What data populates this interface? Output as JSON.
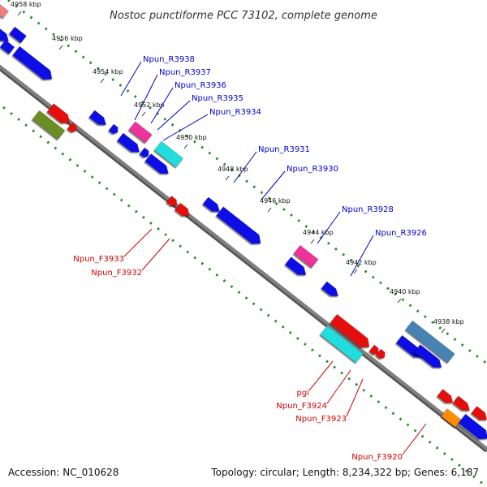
{
  "title": "Nostoc punctiforme PCC 73102, complete genome",
  "footer": {
    "accession": "Accession: NC_010628",
    "summary": "Topology: circular; Length: 8,234,322 bp; Genes: 6,187"
  },
  "scale_labels": [
    "4958 kbp",
    "4956 kbp",
    "4954 kbp",
    "4952 kbp",
    "4950 kbp",
    "4948 kbp",
    "4946 kbp",
    "4944 kbp",
    "4942 kbp",
    "4940 kbp",
    "4938 kbp"
  ],
  "reverse_labels": [
    "Npun_R3938",
    "Npun_R3937",
    "Npun_R3936",
    "Npun_R3935",
    "Npun_R3934",
    "Npun_R3931",
    "Npun_R3930",
    "Npun_R3928",
    "Npun_R3926"
  ],
  "forward_labels": [
    "Npun_F3933",
    "Npun_F3932",
    "pgi",
    "Npun_F3924",
    "Npun_F3923",
    "Npun_F3920"
  ],
  "colors": {
    "backbone": "#808080",
    "scale_dots": "#2e8b2e",
    "reverse_text": "#0000cc",
    "forward_text": "#cc0000",
    "blue": "#0a0ae6",
    "red": "#e60a0a",
    "pink": "#ee3399",
    "cyan": "#22dddd",
    "olive": "#6b8e23",
    "steel": "#4682b4",
    "orange": "#ff8c00",
    "salmon": "#f08080"
  }
}
